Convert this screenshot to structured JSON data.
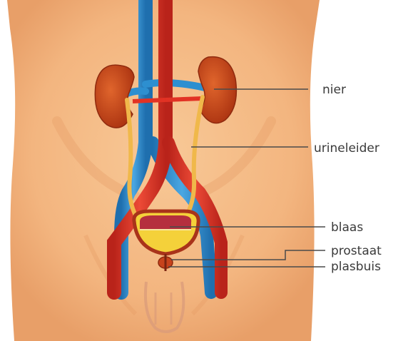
{
  "labels": {
    "nier": "nier",
    "urineleider": "urineleider",
    "blaas": "blaas",
    "prostaat": "prostaat",
    "plasbuis": "plasbuis"
  },
  "colors": {
    "skin": "#f6c08e",
    "kidney": "#c7431c",
    "aorta": "#e23224",
    "vena_cava": "#2d8fd0",
    "ureter": "#f0b84a",
    "urine": "#f4d13a",
    "leader_line": "#4a4a4a"
  }
}
